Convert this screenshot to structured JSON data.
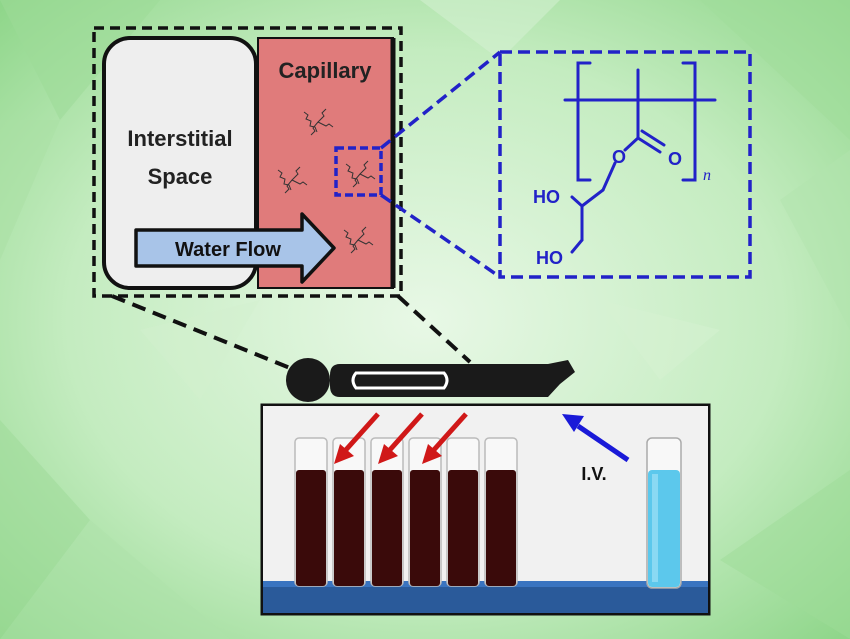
{
  "inset": {
    "interstitial_line1": "Interstitial",
    "interstitial_line2": "Space",
    "capillary_label": "Capillary",
    "water_flow_label": "Water Flow"
  },
  "structure": {
    "carbonyl_O": "O",
    "ester_O": "O",
    "ho1": "HO",
    "ho2": "HO",
    "repeat_subscript": "n"
  },
  "photo": {
    "iv_label": "I.V.",
    "blood_tube_count": 6,
    "red_arrow_count": 3
  },
  "colors": {
    "background": "#c8ecc4",
    "capillary": "#e07b7b",
    "interstitial": "#eeeeee",
    "water_flow_arrow": "#a8c4e8",
    "structure": "#2222c8",
    "blood": "#3a0a0a",
    "saline": "#5cc8ec",
    "red_arrow": "#d01818",
    "blue_arrow": "#1a1ad8",
    "shelf": "#2a5a9a"
  }
}
